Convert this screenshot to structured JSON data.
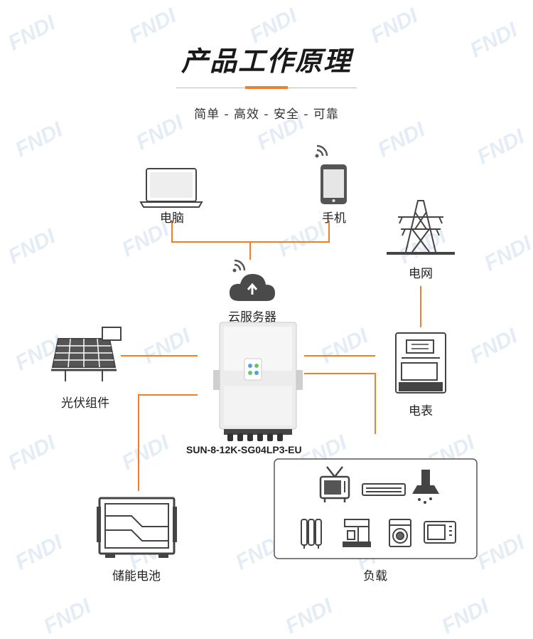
{
  "header": {
    "title": "产品工作原理",
    "subtitle": "简单 - 高效 - 安全 - 可靠"
  },
  "nodes": {
    "computer": "电脑",
    "phone": "手机",
    "cloud": "云服务器",
    "grid": "电网",
    "solar": "光伏组件",
    "meter": "电表",
    "battery": "储能电池",
    "load": "负载"
  },
  "inverter": {
    "model": "SUN-8-12K-SG04LP3-EU"
  },
  "load_icons": [
    "tv-icon",
    "air-conditioner-icon",
    "range-hood-icon",
    "oil-heater-icon",
    "coffee-machine-icon",
    "washing-machine-icon",
    "microwave-icon"
  ],
  "colors": {
    "accent": "#f07f2a",
    "text": "#222222",
    "icon": "#444444"
  }
}
